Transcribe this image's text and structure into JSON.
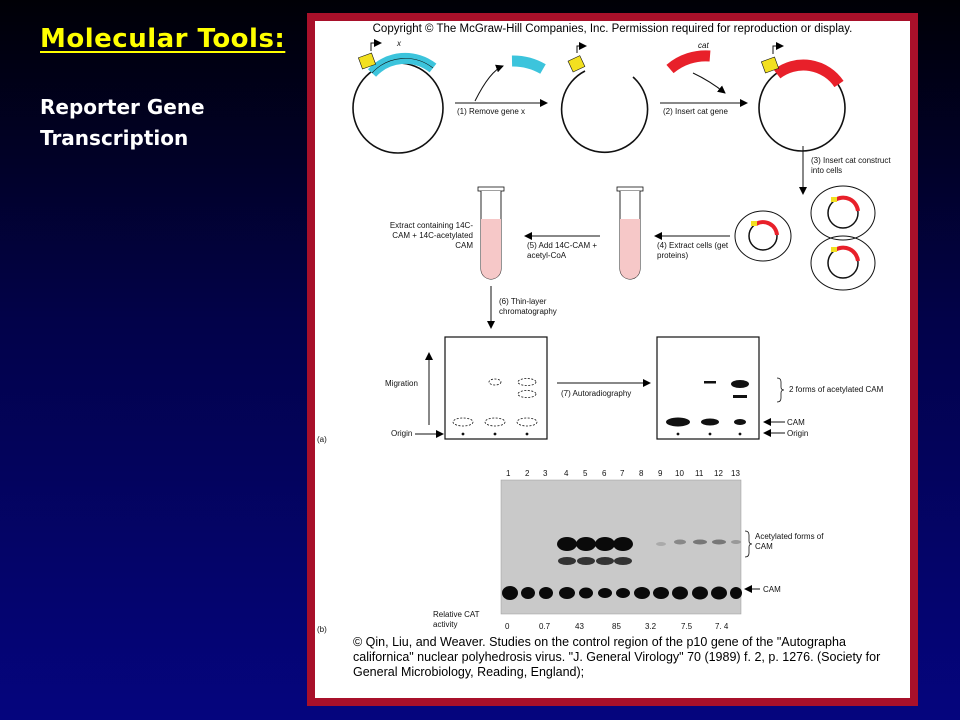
{
  "slide": {
    "title": "Molecular Tools:",
    "subtitle": "Reporter Gene Transcription"
  },
  "figure": {
    "copyright": "Copyright © The McGraw-Hill Companies, Inc. Permission required for reproduction or display.",
    "gene_labels": {
      "x": "x",
      "cat": "cat"
    },
    "steps": {
      "step1": "(1) Remove gene x",
      "step2": "(2) Insert cat gene",
      "step3": "(3) Insert cat construct into cells",
      "step4": "(4) Extract cells (get proteins)",
      "step5": "(5) Add 14C-CAM + acetyl-CoA",
      "step6": "(6) Thin-layer chromatography",
      "step7": "(7) Autoradiography"
    },
    "extract_label": "Extract containing 14C-CAM + 14C-acetylated CAM",
    "tlc": {
      "migration": "Migration",
      "origin": "Origin",
      "acetylated_forms": "2 forms of acetylated CAM",
      "cam": "CAM",
      "origin_right": "Origin"
    },
    "panel_a": "(a)",
    "panel_b": "(b)",
    "gel": {
      "lanes": [
        "1",
        "2",
        "3",
        "4",
        "5",
        "6",
        "7",
        "8",
        "9",
        "10",
        "11",
        "12",
        "13"
      ],
      "acetylated_label": "Acetylated forms of CAM",
      "cam_label": "CAM",
      "relative_label": "Relative CAT activity",
      "activity_values": [
        "0",
        "0.7",
        "43",
        "85",
        "3.2",
        "7.5",
        "7. 4"
      ]
    },
    "citation": "© Qin, Liu, and Weaver. Studies on the control region of the p10 gene of the \"Autographa californica\" nuclear polyhedrosis virus. \"J. General Virology\" 70 (1989) f. 2, p. 1276. (Society for General Microbiology, Reading, England);"
  },
  "colors": {
    "title": "#ffff00",
    "frame": "#a8102a",
    "gene_x": "#3cc4dc",
    "gene_cat": "#e8202a",
    "promoter": "#f2e020",
    "tube_liquid": "#f6c8c8"
  }
}
